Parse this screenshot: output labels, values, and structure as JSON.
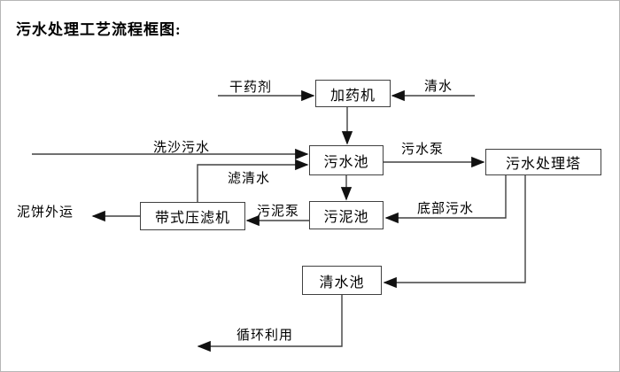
{
  "title": "污水处理工艺流程框图:",
  "nodes": {
    "dosing_machine": "加药机",
    "sewage_pool": "污水池",
    "treatment_tower": "污水处理塔",
    "sludge_pool": "污泥池",
    "belt_filter_press": "带式压滤机",
    "clear_water_pool": "清水池"
  },
  "labels": {
    "dry_agent": "干药剂",
    "clear_water": "清水",
    "sand_washing_sewage": "洗沙污水",
    "sewage_pump": "污水泵",
    "filtered_water": "滤清水",
    "sludge_pump": "污泥泵",
    "bottom_sewage": "底部污水",
    "mud_cake_out": "泥饼外运",
    "recycle": "循环利用"
  },
  "colors": {
    "line": "#404040",
    "box_border": "#404040",
    "text": "#000000",
    "background": "#ffffff"
  }
}
